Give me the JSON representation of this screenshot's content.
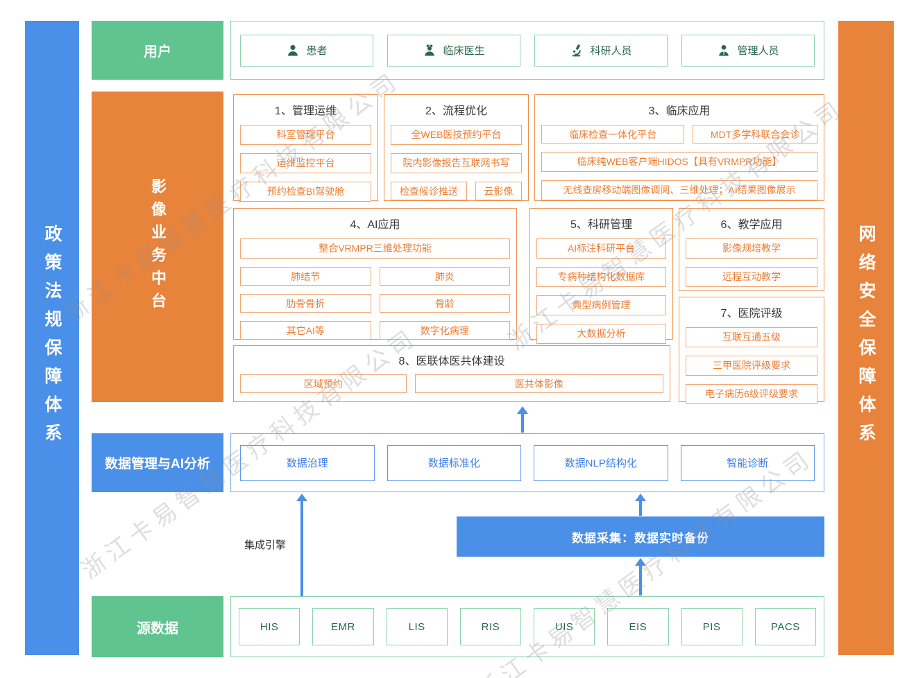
{
  "watermark": "浙江卡易智慧医疗科技有限公司",
  "side_bars": {
    "left": "政策法规保障体系",
    "right": "网络安全保障体系"
  },
  "users": {
    "label": "用户",
    "items": [
      {
        "label": "患者",
        "icon": "patient-icon"
      },
      {
        "label": "临床医生",
        "icon": "doctor-icon"
      },
      {
        "label": "科研人员",
        "icon": "microscope-icon"
      },
      {
        "label": "管理人员",
        "icon": "manager-icon"
      }
    ]
  },
  "platform": {
    "label": "影像业务中台",
    "groups": [
      {
        "title": "1、管理运维",
        "items": [
          "科室管理平台",
          "运维监控平台",
          "预约检查BI驾驶舱"
        ]
      },
      {
        "title": "2、流程优化",
        "items": [
          "全WEB医技预约平台",
          "院内影像报告互联网书写",
          "检查候诊推送",
          "云影像"
        ]
      },
      {
        "title": "3、临床应用",
        "items": [
          "临床检查一体化平台",
          "MDT多学科联合会诊",
          "临床纯WEB客户端HIDOS【具有VRMPR功能】",
          "无线查房移动端图像调阅、三维处理；AI结果图像展示"
        ]
      },
      {
        "title": "4、AI应用",
        "items": [
          "整合VRMPR三维处理功能",
          "肺结节",
          "肺炎",
          "肋骨骨折",
          "骨龄",
          "其它AI等",
          "数字化病理"
        ]
      },
      {
        "title": "5、科研管理",
        "items": [
          "AI标注科研平台",
          "专病种结构化数据库",
          "典型病例管理",
          "大数据分析"
        ]
      },
      {
        "title": "6、教学应用",
        "items": [
          "影像规培教学",
          "远程互动教学"
        ]
      },
      {
        "title": "7、医院评级",
        "items": [
          "互联互通五级",
          "三甲医院评级要求",
          "电子病历6级评级要求"
        ]
      },
      {
        "title": "8、医联体医共体建设",
        "items": [
          "区域预约",
          "医共体影像"
        ]
      }
    ]
  },
  "data_mgmt": {
    "label": "数据管理与AI分析",
    "items": [
      "数据治理",
      "数据标准化",
      "数据NLP结构化",
      "智能诊断"
    ]
  },
  "integration": {
    "label": "集成引擎"
  },
  "collection": {
    "label": "数据采集：数据实时备份"
  },
  "source": {
    "label": "源数据",
    "systems": [
      "HIS",
      "EMR",
      "LIS",
      "RIS",
      "UIS",
      "EIS",
      "PIS",
      "PACS"
    ]
  },
  "colors": {
    "blue": "#4A8FE8",
    "green": "#5FC48F",
    "orange": "#E8833C",
    "orange_text": "#ED7D31",
    "green_dark": "#276749",
    "blue_text": "#3C7DE8"
  }
}
